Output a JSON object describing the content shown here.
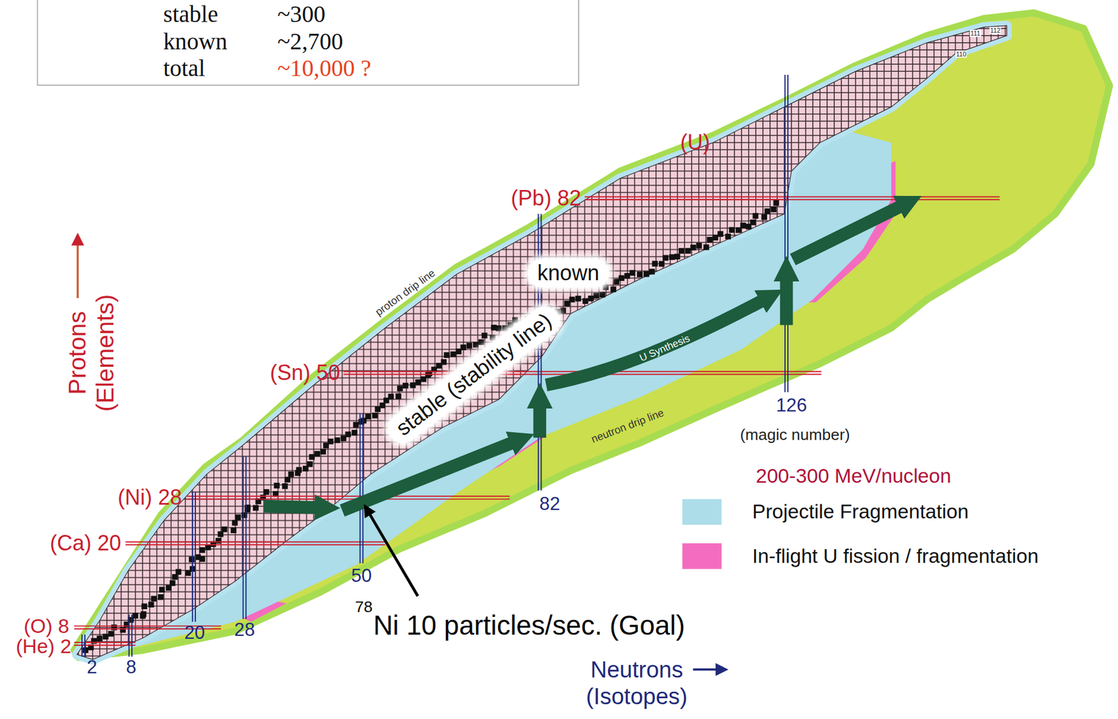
{
  "diagram": {
    "nodes": [
      {
        "text": [
          "stable",
          "~300",
          "known",
          "~2,700",
          "total",
          "~10,000 ?"
        ]
      },
      {
        "text": [
          "known"
        ]
      },
      {
        "text": [
          "stable (stability line)"
        ]
      }
    ],
    "labels": [
      "Protons (Elements)",
      "Neutrons (Isotopes)",
      "(He) 2",
      "(O) 8",
      "(Ca) 20",
      "(Ni) 28",
      "(Sn) 50",
      "(Pb) 82",
      "(U)",
      "2",
      "8",
      "20",
      "28",
      "50",
      "82",
      "126",
      "(magic number)",
      "proton drip line",
      "neutron drip line",
      "U Synthesis",
      "200-300 MeV/nucleon",
      "78",
      "Ni 10 particles/sec. (Goal)",
      "110",
      "111",
      "112"
    ],
    "legend": [
      {
        "text": "Projectile Fragmentation",
        "color": "#acdde9"
      },
      {
        "text": "In-flight U fission / fragmentation",
        "color": "#f46cc0"
      }
    ]
  }
}
